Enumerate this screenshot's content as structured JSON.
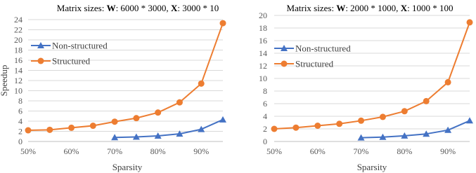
{
  "chart_data": [
    {
      "type": "line",
      "title_prefix": "Matrix sizes: ",
      "title_w_label": "W",
      "title_w_value": ": 6000 * 3000, ",
      "title_x_label": "X",
      "title_x_value": ": 3000 * 10",
      "xlabel": "Sparsity",
      "ylabel": "Speedup",
      "x_ticks": [
        "50%",
        "60%",
        "70%",
        "80%",
        "90%"
      ],
      "y_ticks": [
        "0",
        "2",
        "4",
        "6",
        "8",
        "10",
        "12",
        "14",
        "16",
        "18",
        "20",
        "22",
        "24"
      ],
      "xlim": [
        50,
        95
      ],
      "ylim": [
        0,
        24
      ],
      "grid": true,
      "legend_placement": "top-left",
      "series": [
        {
          "name": "Non-structured",
          "color": "#4472c4",
          "marker": "triangle",
          "x": [
            70,
            75,
            80,
            85,
            90,
            95
          ],
          "y": [
            0.8,
            0.9,
            1.1,
            1.5,
            2.4,
            4.3
          ]
        },
        {
          "name": "Structured",
          "color": "#ed7d31",
          "marker": "circle",
          "x": [
            50,
            55,
            60,
            65,
            70,
            75,
            80,
            85,
            90,
            95
          ],
          "y": [
            2.2,
            2.3,
            2.7,
            3.1,
            3.9,
            4.6,
            5.7,
            7.7,
            11.4,
            23.3
          ]
        }
      ]
    },
    {
      "type": "line",
      "title_prefix": "Matrix sizes: ",
      "title_w_label": "W",
      "title_w_value": ": 2000 * 1000, ",
      "title_x_label": "X",
      "title_x_value": ": 1000 * 100",
      "xlabel": "Sparsity",
      "ylabel": "",
      "x_ticks": [
        "50%",
        "60%",
        "70%",
        "80%",
        "90%"
      ],
      "y_ticks": [
        "0",
        "2",
        "4",
        "6",
        "8",
        "10",
        "12",
        "14",
        "16",
        "18",
        "20"
      ],
      "xlim": [
        50,
        95
      ],
      "ylim": [
        0,
        20
      ],
      "grid": true,
      "legend_placement": "top-left",
      "series": [
        {
          "name": "Non-structured",
          "color": "#4472c4",
          "marker": "triangle",
          "x": [
            70,
            75,
            80,
            85,
            90,
            95
          ],
          "y": [
            0.6,
            0.7,
            0.9,
            1.2,
            1.8,
            3.3
          ]
        },
        {
          "name": "Structured",
          "color": "#ed7d31",
          "marker": "circle",
          "x": [
            50,
            55,
            60,
            65,
            70,
            75,
            80,
            85,
            90,
            95
          ],
          "y": [
            2.0,
            2.2,
            2.5,
            2.8,
            3.3,
            3.9,
            4.8,
            6.4,
            9.4,
            18.9
          ]
        }
      ]
    }
  ]
}
